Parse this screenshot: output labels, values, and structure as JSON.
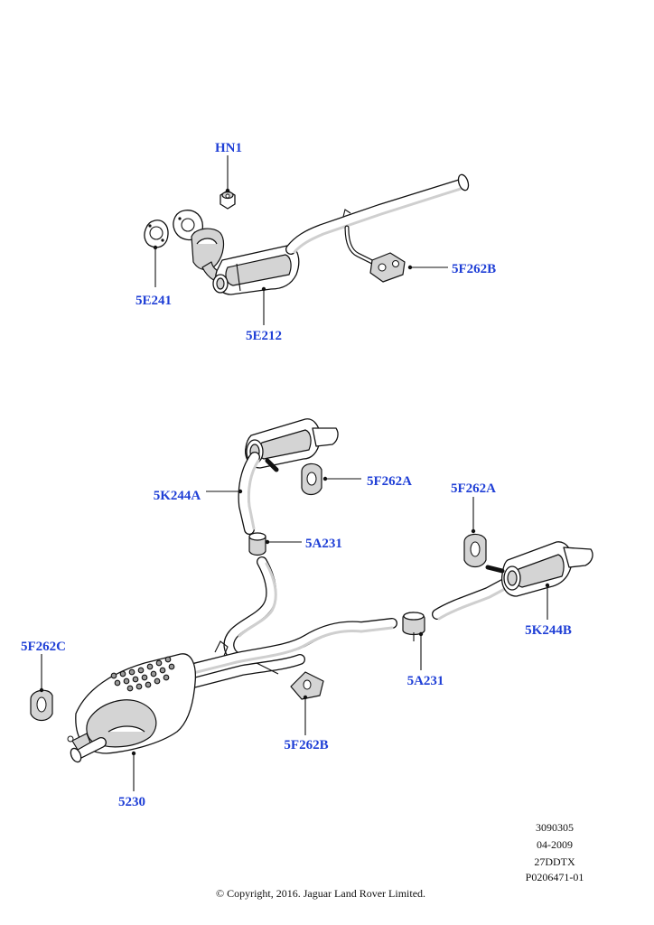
{
  "labels": {
    "hn1": "HN1",
    "p5e241": "5E241",
    "p5e212": "5E212",
    "p5f262b_top": "5F262B",
    "p5k244a": "5K244A",
    "p5f262a_mid": "5F262A",
    "p5a231_mid": "5A231",
    "p5f262a_right": "5F262A",
    "p5k244b": "5K244B",
    "p5f262c": "5F262C",
    "p5a231_right": "5A231",
    "p5f262b_bottom": "5F262B",
    "p5230": "5230"
  },
  "meta": {
    "code": "3090305",
    "date": "04-2009",
    "model": "27DDTX",
    "ref": "P0206471-01"
  },
  "copyright": "© Copyright, 2016. Jaguar Land Rover Limited.",
  "colors": {
    "label": "#1f3fd6",
    "line": "#111111",
    "shade": "#d4d4d4"
  }
}
